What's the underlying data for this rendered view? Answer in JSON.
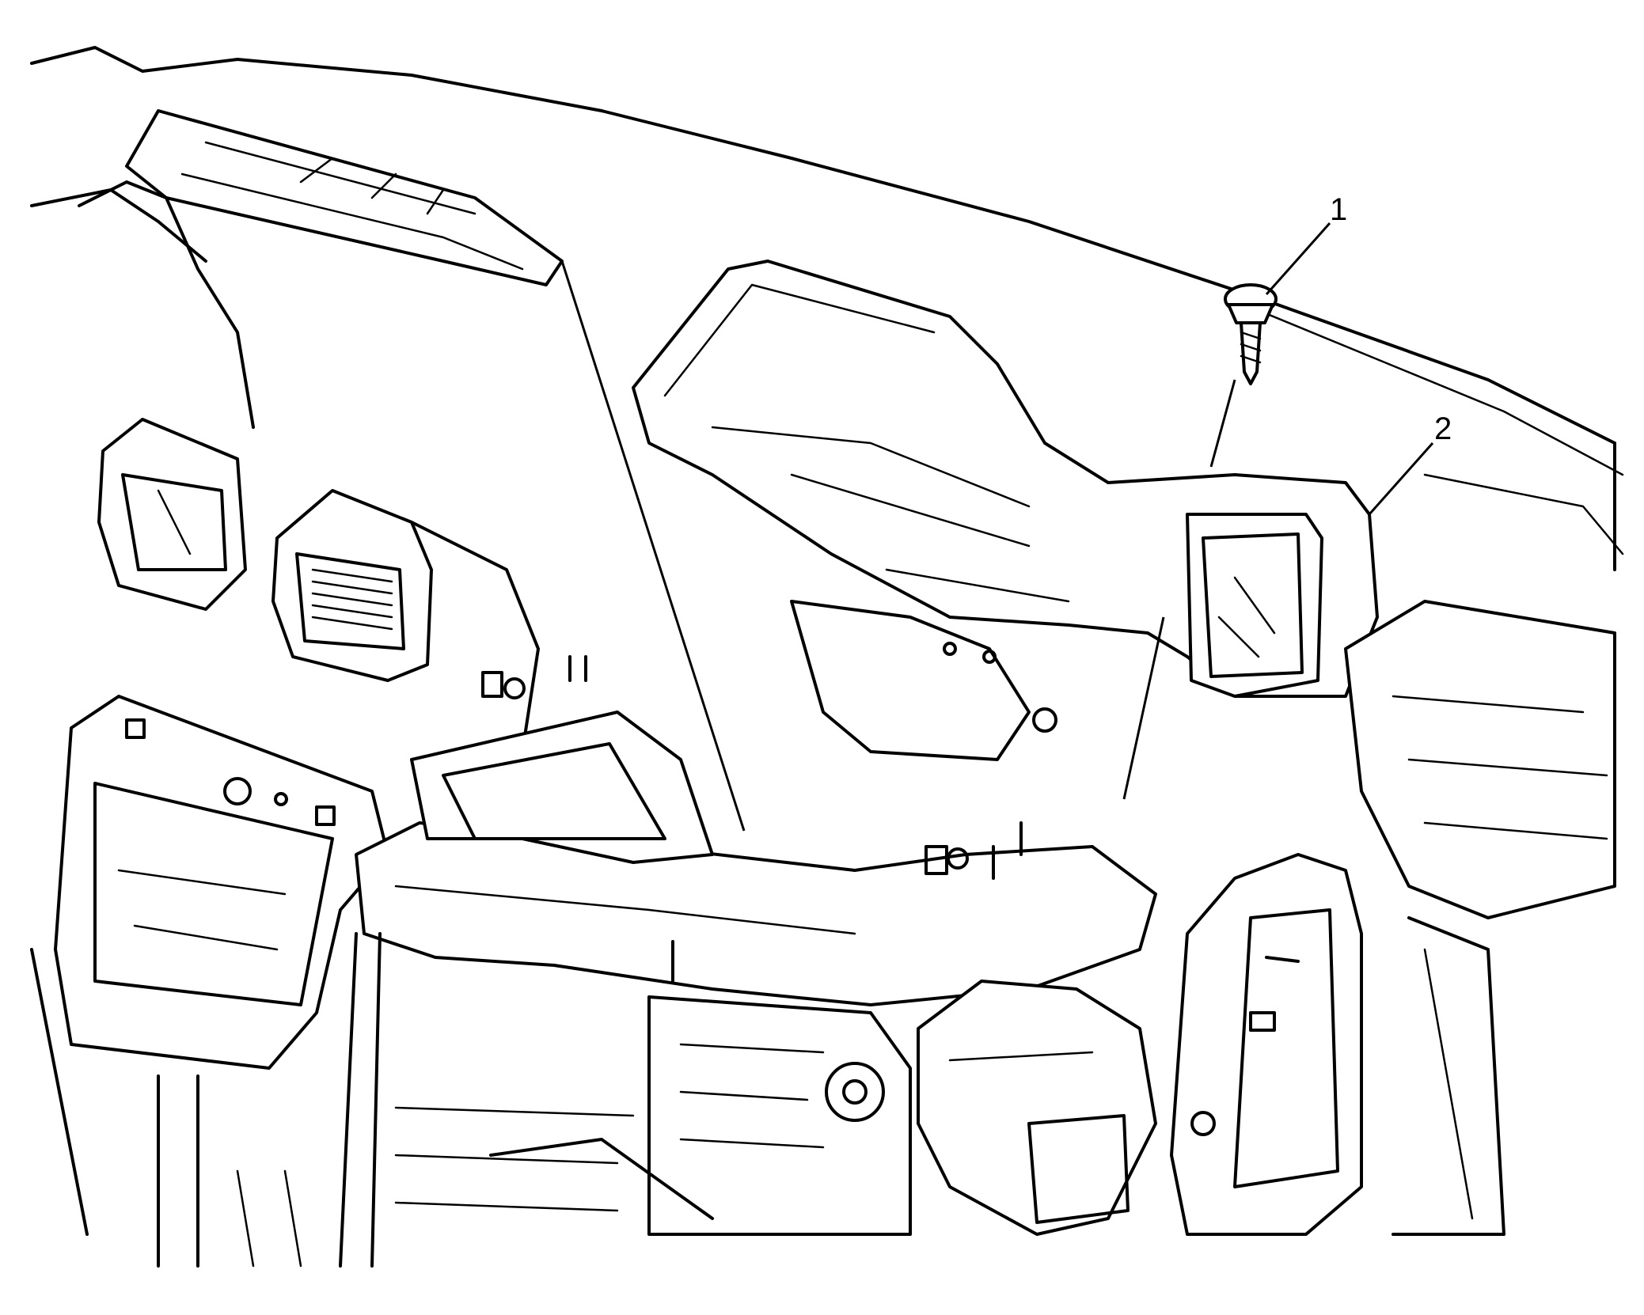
{
  "callouts": [
    {
      "id": "1",
      "label": "1",
      "name": "screw-fastener"
    },
    {
      "id": "2",
      "label": "2",
      "name": "air-duct"
    }
  ],
  "colors": {
    "line": "#000000",
    "background": "#ffffff"
  }
}
